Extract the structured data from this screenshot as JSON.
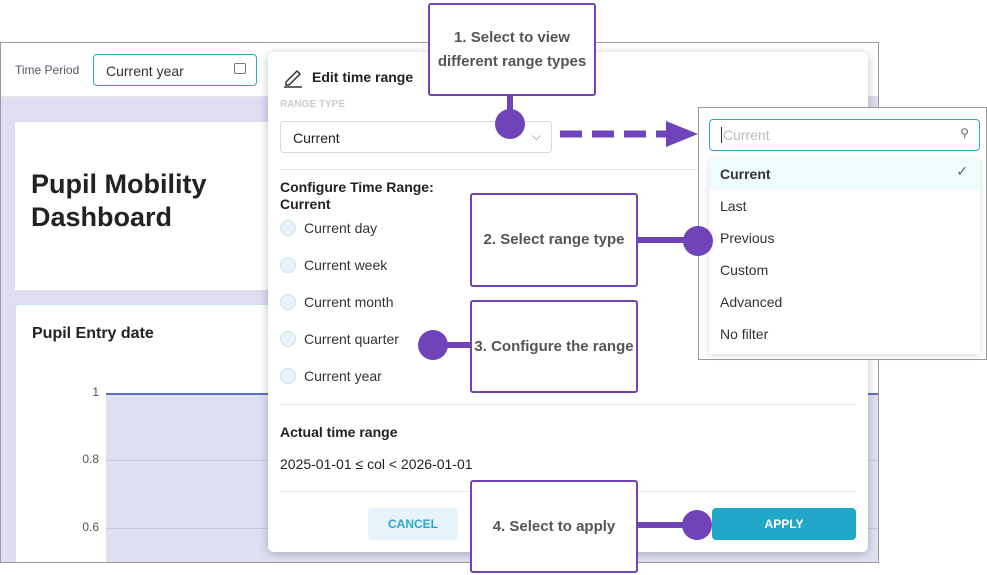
{
  "filter": {
    "label": "Time Period",
    "value": "Current year",
    "icon": "calendar-icon"
  },
  "dashboard": {
    "title": "Pupil Mobility Dashboard",
    "chart_title": "Pupil Entry date",
    "y_ticks": [
      "1",
      "0.8",
      "0.6"
    ]
  },
  "popover": {
    "title": "Edit time range",
    "range_type_label": "RANGE TYPE",
    "range_type_value": "Current",
    "configure_title": "Configure Time Range: Current",
    "options": [
      "Current day",
      "Current week",
      "Current month",
      "Current quarter",
      "Current year"
    ],
    "actual_title": "Actual time range",
    "actual_value": "2025-01-01 ≤ col < 2026-01-01",
    "cancel": "CANCEL",
    "apply": "APPLY"
  },
  "dropdown": {
    "placeholder": "Current",
    "items": [
      "Current",
      "Last",
      "Previous",
      "Custom",
      "Advanced",
      "No filter"
    ],
    "selected": "Current"
  },
  "callouts": [
    "1. Select to view different range types",
    "2. Select range type",
    "3. Configure the range",
    "4. Select to apply"
  ],
  "colors": {
    "accent": "#22a7c9",
    "callout": "#7044b8"
  }
}
